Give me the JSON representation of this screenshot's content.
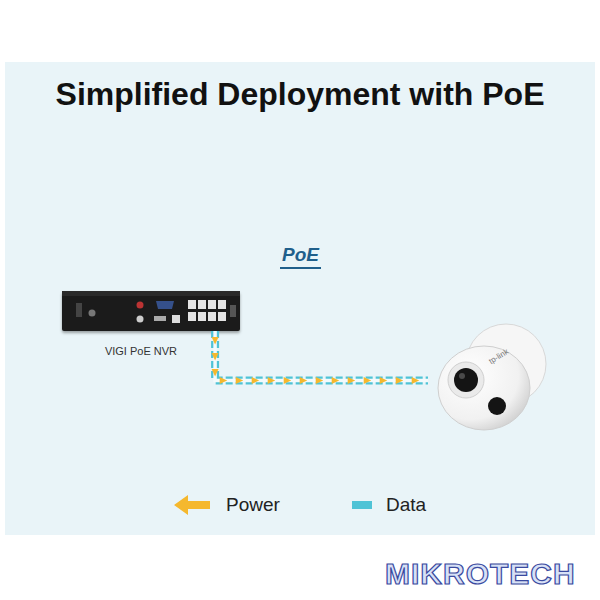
{
  "diagram": {
    "title": "Simplified Deployment with PoE",
    "nodes": [
      {
        "text": [
          "VIGI PoE NVR"
        ]
      },
      {
        "text": [
          "tp-link"
        ]
      }
    ],
    "edges": [
      {
        "from": 0,
        "to": 1,
        "arrow": "to"
      }
    ],
    "labels": [
      "PoE",
      "MIKROTECH"
    ],
    "legend": [
      {
        "text": "Power"
      },
      {
        "text": "Data",
        "color": "#4fc3d6"
      }
    ]
  }
}
